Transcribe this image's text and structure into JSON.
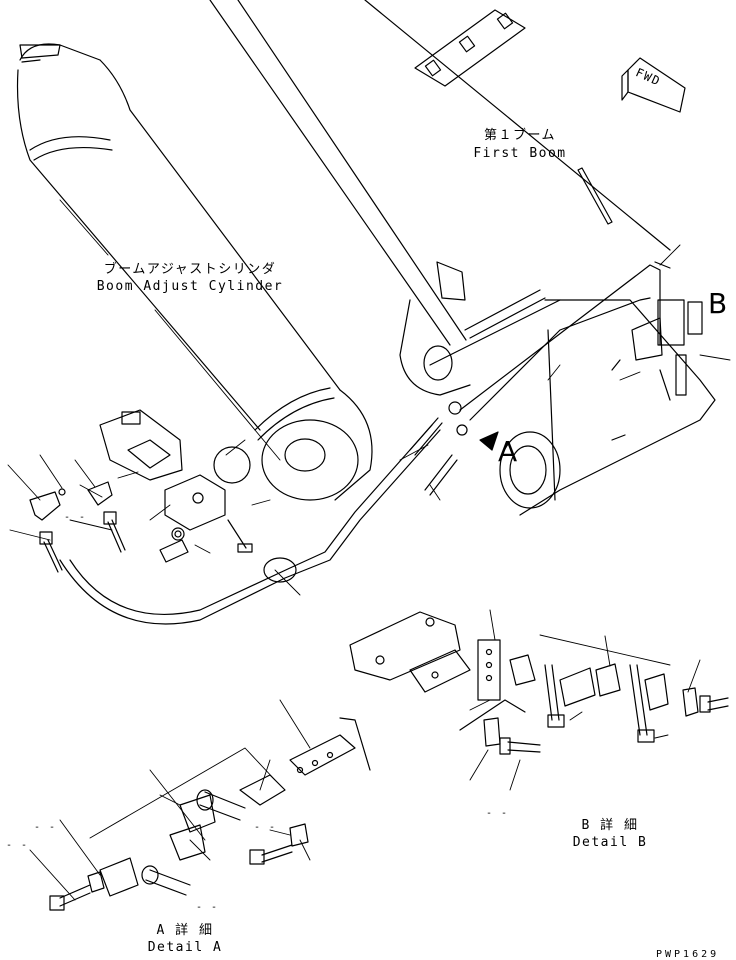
{
  "labels": {
    "first_boom_jp": "第１ブーム",
    "first_boom_en": "First Boom",
    "boom_adjust_jp": "ブームアジャストシリンダ",
    "boom_adjust_en": "Boom Adjust Cylinder",
    "detail_a_jp": "A 詳 細",
    "detail_a_en": "Detail A",
    "detail_b_jp": "B 詳 細",
    "detail_b_en": "Detail B",
    "callout_a": "A",
    "callout_b": "B",
    "fwd": "FWD",
    "drawing_code": "PWP1629",
    "dash_1": "- -",
    "dash_2": "- -",
    "dash_3": "- -",
    "dash_4": "- -",
    "dash_5": "- -",
    "dash_6": "- -"
  },
  "colors": {
    "line": "#000000",
    "background": "#ffffff"
  }
}
